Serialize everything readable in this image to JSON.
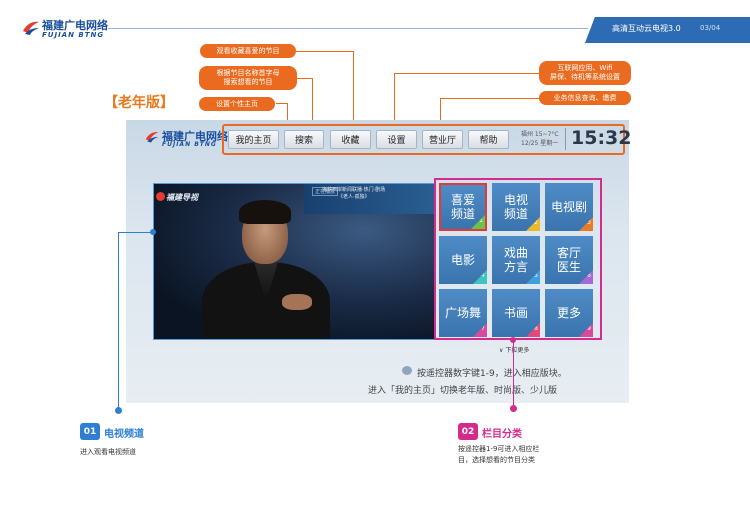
{
  "header": {
    "brand_cn": "福建广电网络",
    "brand_en": "FUJIAN BTNG",
    "doc_title": "高清互动云电视3.0",
    "page": "03/04"
  },
  "version_label": "【老年版】",
  "callouts": {
    "favorites": "观看收藏喜爱的节目",
    "search_l1": "根据节目名称首字母",
    "search_l2": "搜索想看的节目",
    "settings": "设置个性主页",
    "hall_l1": "互联网应用、Wifi",
    "hall_l2": "屏保、待机等系统设置",
    "help": "业务信息查询、缴费"
  },
  "tv": {
    "brand_cn": "福建广电网络",
    "brand_en": "FUJIAN BTNG",
    "nav": [
      "我的主页",
      "搜索",
      "收藏",
      "设置",
      "营业厅",
      "帮助"
    ],
    "weather_l1": "福州 15~7°C",
    "weather_l2": "12/25 星期一",
    "time": "15:32",
    "video": {
      "channel": "福建导视",
      "tag": "正在播放",
      "sub1": "海峡西岸新闻联播·热门·剧场",
      "sub2": "《老人·孤独》"
    },
    "tiles": [
      {
        "label": "喜爱\n频道",
        "num": "1"
      },
      {
        "label": "电视\n频道",
        "num": "2"
      },
      {
        "label": "电视剧",
        "num": "3"
      },
      {
        "label": "电影",
        "num": "4"
      },
      {
        "label": "戏曲\n方言",
        "num": "5"
      },
      {
        "label": "客厅\n医生",
        "num": "6"
      },
      {
        "label": "广场舞",
        "num": "7"
      },
      {
        "label": "书画",
        "num": "8"
      },
      {
        "label": "更多",
        "num": "9"
      }
    ],
    "more_hint": "下拉更多",
    "tip1": "按遥控器数字键1-9，进入相应版块。",
    "tip2": "进入「我的主页」切换老年版、时尚版、少儿版"
  },
  "sections": [
    {
      "num": "01",
      "title": "电视频道",
      "desc": "进入观看电视频道"
    },
    {
      "num": "02",
      "title": "栏目分类",
      "desc_l1": "按遥控器1-9可进入相应栏",
      "desc_l2": "目，选择想看的节目分类"
    }
  ],
  "colors": {
    "brand_blue": "#1a4fa0",
    "accent_orange": "#ea6a1f",
    "accent_pink": "#d42b8c",
    "accent_blue": "#2d7fd4",
    "tile_num": [
      "#6ac24a",
      "#e8b92a",
      "#e87a2a",
      "#3fc2c2",
      "#3fa0e0",
      "#a66ad8",
      "#d84a9a",
      "#e24a7a",
      "#d84a9a"
    ]
  }
}
